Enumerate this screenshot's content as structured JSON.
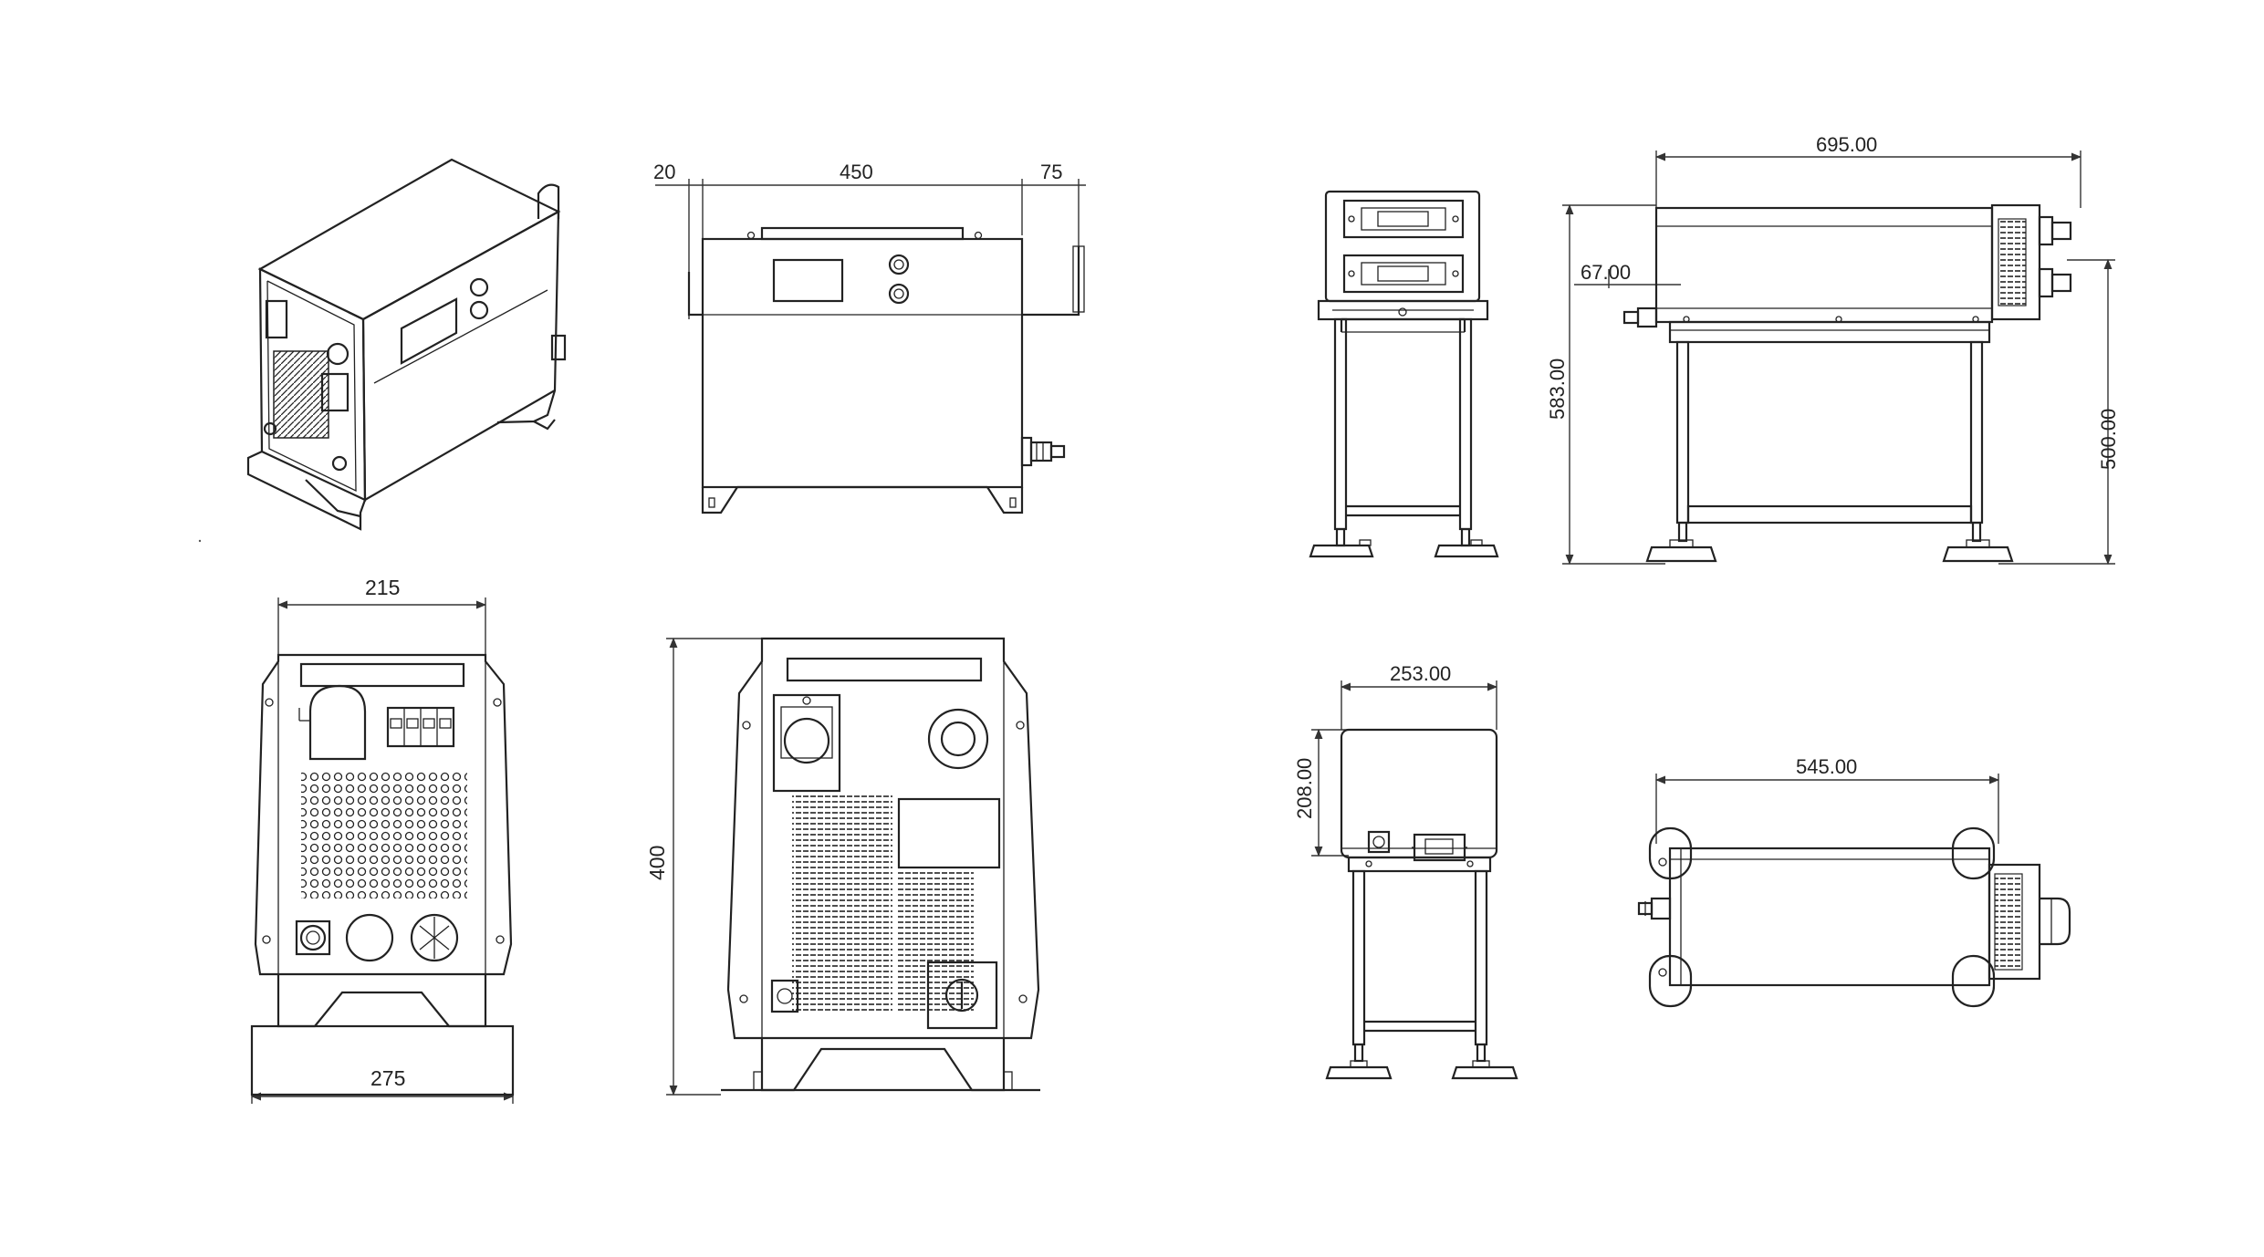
{
  "drawing_title": "",
  "left_unit": {
    "views": [
      "isometric",
      "side",
      "front",
      "rear"
    ],
    "dimensions": {
      "side_offset_left": "20",
      "side_length": "450",
      "side_offset_right": "75",
      "front_width": "215",
      "front_base_width": "275",
      "rear_height": "400"
    }
  },
  "right_unit": {
    "views": [
      "front-with-stand",
      "side-with-stand",
      "rear-with-stand",
      "top"
    ],
    "dimensions": {
      "length": "695.00",
      "connector": "67.00",
      "total_height": "583.00",
      "stand_height": "500.00",
      "width": "253.00",
      "head_height": "208.00",
      "top_length": "545.00"
    }
  }
}
